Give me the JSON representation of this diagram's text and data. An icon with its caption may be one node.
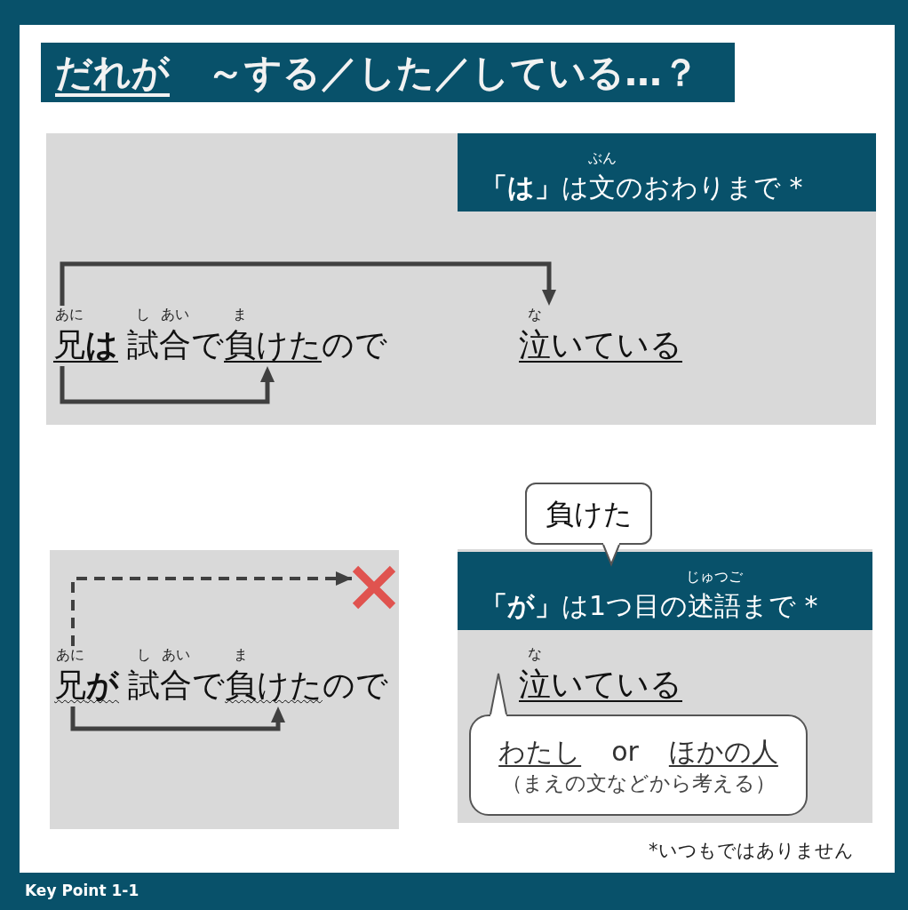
{
  "diagram": {
    "title": "だれが　～する／した／している…？",
    "nodes": [
      {
        "text": [],
        "shape": "box"
      },
      {
        "text": [
          "ぶん",
          "**「は」**は文のおわりまで *"
        ],
        "in": 0
      },
      {
        "text": [
          "あに",
          "兄**は**"
        ],
        "in": 0
      },
      {
        "text": [
          "ま",
          "負けた"
        ],
        "in": 0
      },
      {
        "text": [
          "な",
          "泣いている"
        ],
        "in": 0
      },
      {
        "text": [],
        "shape": "box"
      },
      {
        "text": [
          "あに",
          "兄**が**"
        ],
        "in": 5
      },
      {
        "text": [
          "ま",
          "負けた"
        ],
        "in": 5
      },
      {
        "text": [],
        "shape": "cross",
        "in": 5
      },
      {
        "text": [
          "負けた"
        ]
      },
      {
        "text": [],
        "shape": "box"
      },
      {
        "text": [
          "じゅつご",
          "**「が」**は1つ目の述語まで *"
        ],
        "in": 10
      },
      {
        "text": [
          "な",
          "泣いている"
        ],
        "in": 10
      },
      {
        "text": [
          "わたし",
          "or",
          "ほかの人",
          "（まえの文などから考える）"
        ],
        "in": 10
      }
    ],
    "edges": [
      {
        "from": 2,
        "to": 4,
        "arrow": "to"
      },
      {
        "from": 2,
        "to": 3,
        "arrow": "to"
      },
      {
        "from": 6,
        "to": 8,
        "arrow": "to",
        "style": "dashed"
      },
      {
        "from": 6,
        "to": 7,
        "arrow": "to"
      }
    ],
    "labels": [
      "し",
      "あい",
      "試合で",
      "ので",
      "し",
      "あい",
      "試合で",
      "ので",
      "*いつもではありません",
      "Key Point 1-1"
    ]
  }
}
